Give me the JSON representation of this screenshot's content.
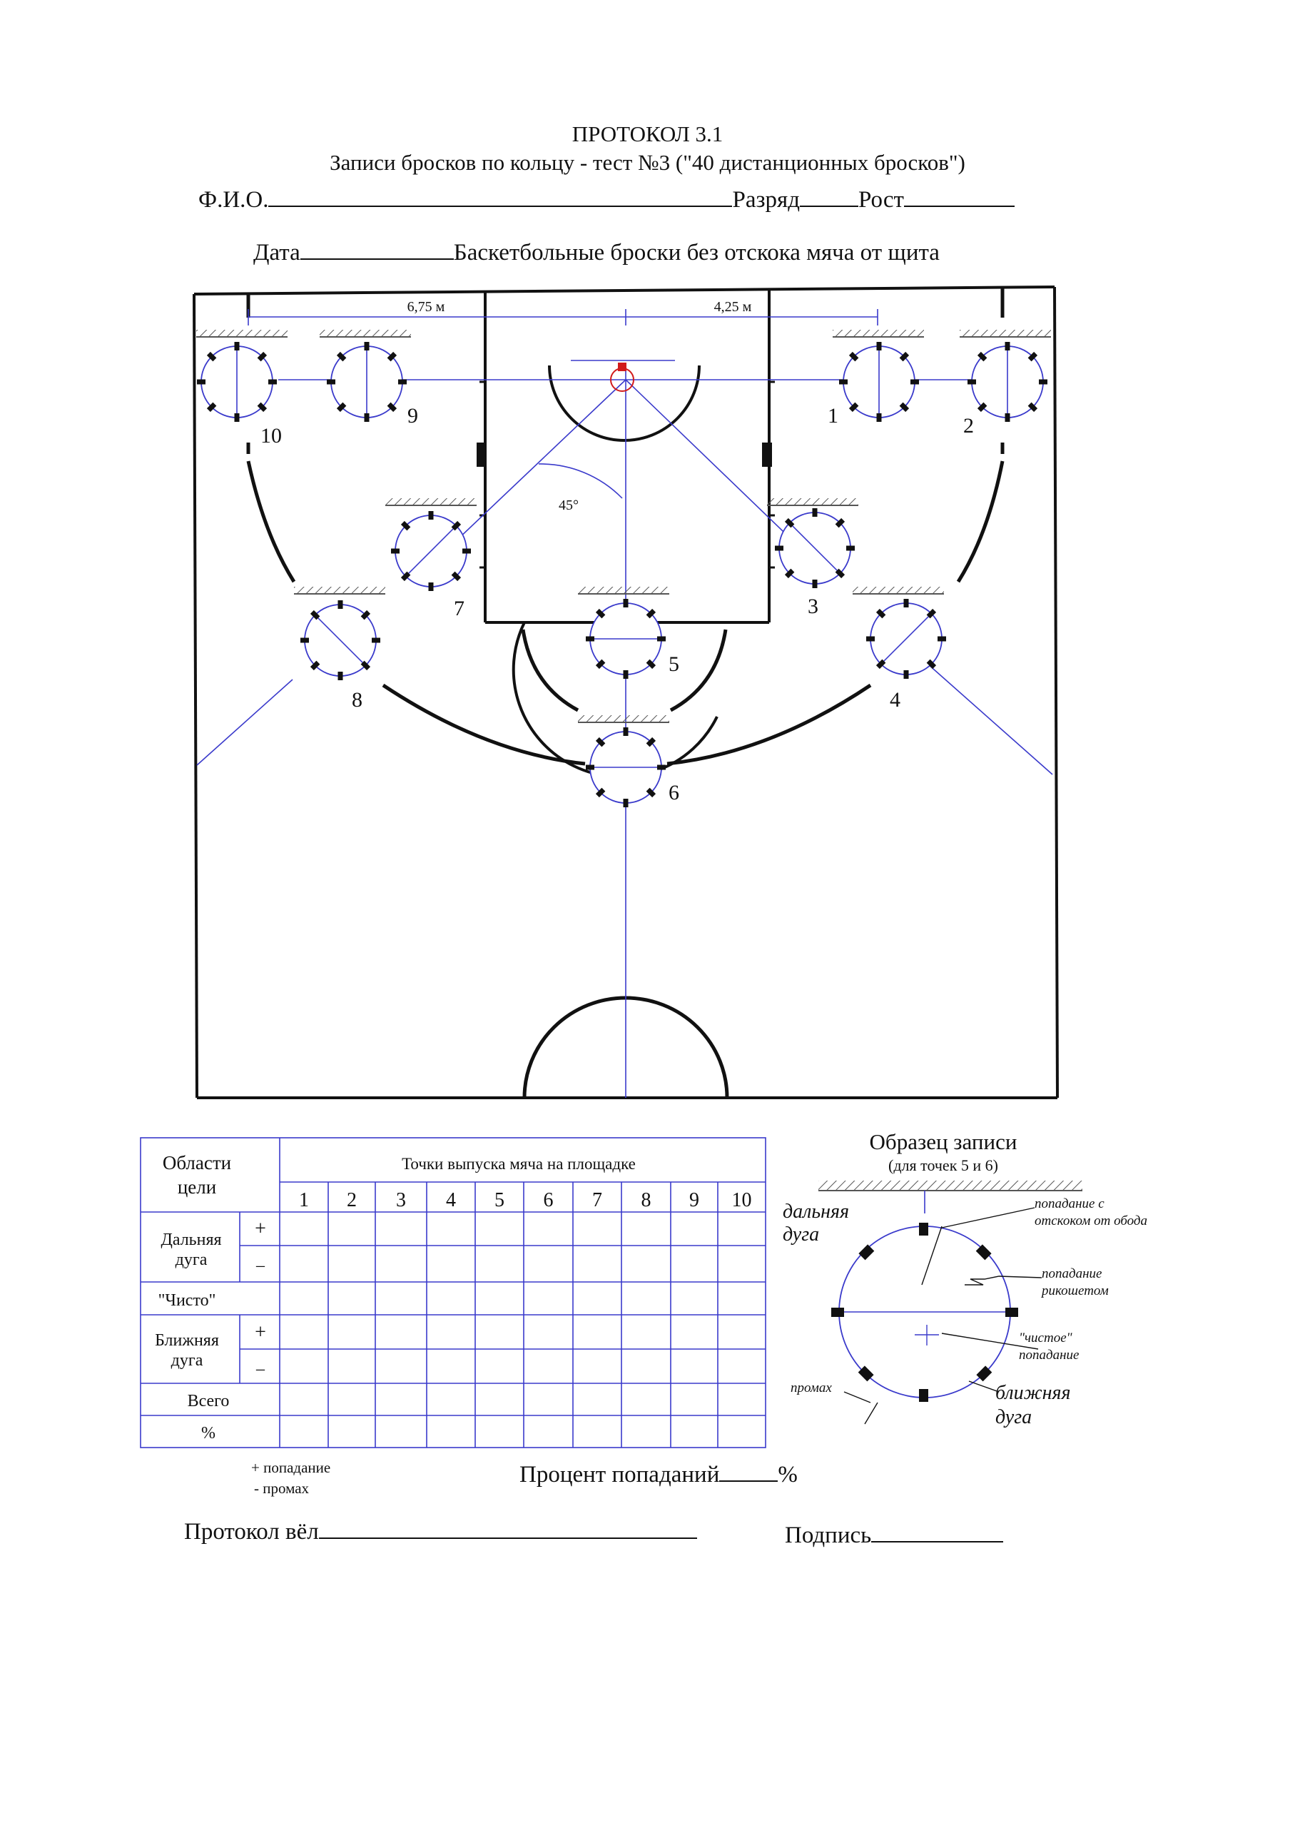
{
  "header": {
    "title": "ПРОТОКОЛ 3.1",
    "subtitle": "Записи бросков по кольцу - тест №3 (\"40 дистанционных бросков\")",
    "fio_label": "Ф.И.О.",
    "rank_label": "Разряд",
    "height_label": "Рост",
    "date_label": "Дата",
    "condition": "Баскетбольные броски без отскока мяча от щита"
  },
  "court": {
    "dist_long": "6,75 м",
    "dist_short": "4,25 м",
    "angle": "45°",
    "points": [
      "1",
      "2",
      "3",
      "4",
      "5",
      "6",
      "7",
      "8",
      "9",
      "10"
    ]
  },
  "table": {
    "areas_header": "Области цели",
    "points_header": "Точки выпуска мяча на площадке",
    "columns": [
      "1",
      "2",
      "3",
      "4",
      "5",
      "6",
      "7",
      "8",
      "9",
      "10"
    ],
    "row_far": "Дальняя дуга",
    "row_clean": "\"Чисто\"",
    "row_near": "Ближняя дуга",
    "row_total": "Всего",
    "row_pct": "%",
    "plus": "+",
    "minus": "–"
  },
  "legend": {
    "hit": "+  попадание",
    "miss": "-  промах"
  },
  "sample": {
    "title": "Образец записи",
    "subtitle": "(для точек 5 и 6)",
    "far_arc": [
      "дальняя",
      "дуга"
    ],
    "rim_bounce": [
      "попадание с",
      "отскоком от обода"
    ],
    "ricochet": [
      "попадание",
      "рикошетом"
    ],
    "clean": [
      "\"чистое\"",
      "попадание"
    ],
    "miss": "промах",
    "near_arc": [
      "ближняя",
      "дуга"
    ]
  },
  "footer": {
    "percent_label": "Процент попаданий",
    "percent_sign": "%",
    "recorder_label": "Протокол вёл",
    "signature_label": "Подпись"
  },
  "colors": {
    "ink": "#111111",
    "guide": "#3a3acb",
    "hoop": "#d11a1a"
  }
}
